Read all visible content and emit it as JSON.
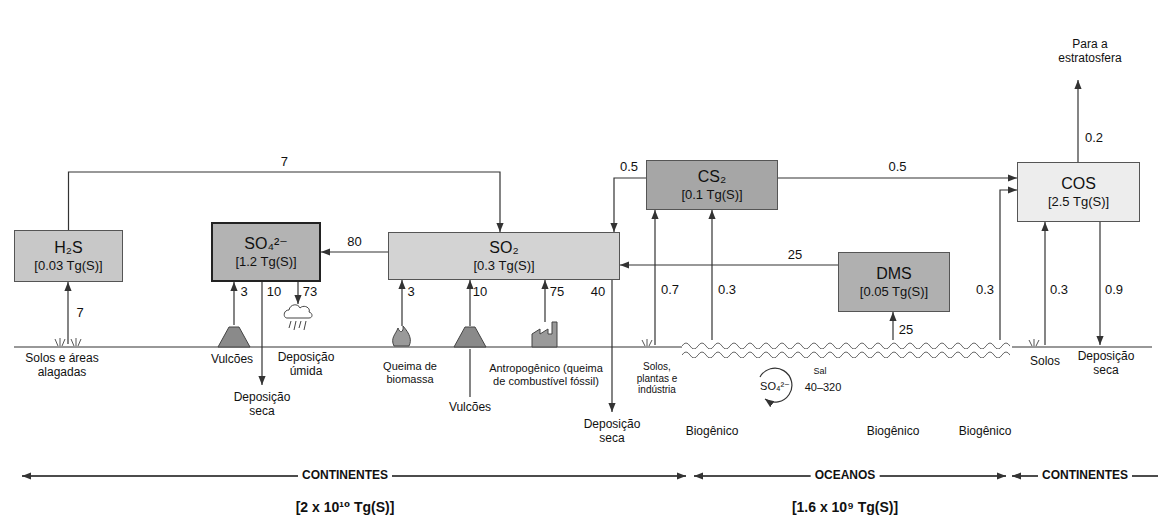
{
  "diagram": {
    "nodes": [
      {
        "text": [
          "H₂S",
          "[0.03 Tg(S)]"
        ]
      },
      {
        "text": [
          "SO₄²⁻",
          "[1.2 Tg(S)]"
        ]
      },
      {
        "text": [
          "SO₂",
          "[0.3 Tg(S)]"
        ]
      },
      {
        "text": [
          "CS₂",
          "[0.1 Tg(S)]"
        ]
      },
      {
        "text": [
          "DMS",
          "[0.05 Tg(S)]"
        ]
      },
      {
        "text": [
          "COS",
          "[2.5 Tg(S)]"
        ]
      }
    ],
    "edges": [
      {
        "from": 0,
        "to": 2,
        "arrow": "to",
        "label": "7"
      },
      {
        "from": 2,
        "to": 1,
        "arrow": "to",
        "label": "80"
      },
      {
        "from": 3,
        "to": 2,
        "arrow": "to",
        "label": "0.5"
      },
      {
        "from": 3,
        "to": 5,
        "arrow": "to",
        "label": "0.5"
      },
      {
        "from": 4,
        "to": 2,
        "arrow": "to",
        "label": "25"
      }
    ],
    "labels": [
      "Para a estratosfera",
      "0.2",
      "7",
      "Solos e áreas alagadas",
      "3",
      "Vulcões",
      "10",
      "Deposição seca",
      "73",
      "Deposição úmida",
      "3",
      "Queima de biomassa",
      "10",
      "Vulcões",
      "75",
      "Antropogênico (queima de combustível fóssil)",
      "40",
      "Deposição seca",
      "0.7",
      "Solos, plantas e indústria",
      "0.3",
      "Biogênico",
      "SO₄²⁻",
      "Sal",
      "40–320",
      "25",
      "Biogênico",
      "0.3",
      "Biogênico",
      "0.3",
      "Solos",
      "0.9",
      "Deposição seca",
      "CONTINENTES",
      "[2 x 10¹⁰ Tg(S)]",
      "OCEANOS",
      "[1.6 x 10⁹ Tg(S)]",
      "CONTINENTES"
    ]
  }
}
